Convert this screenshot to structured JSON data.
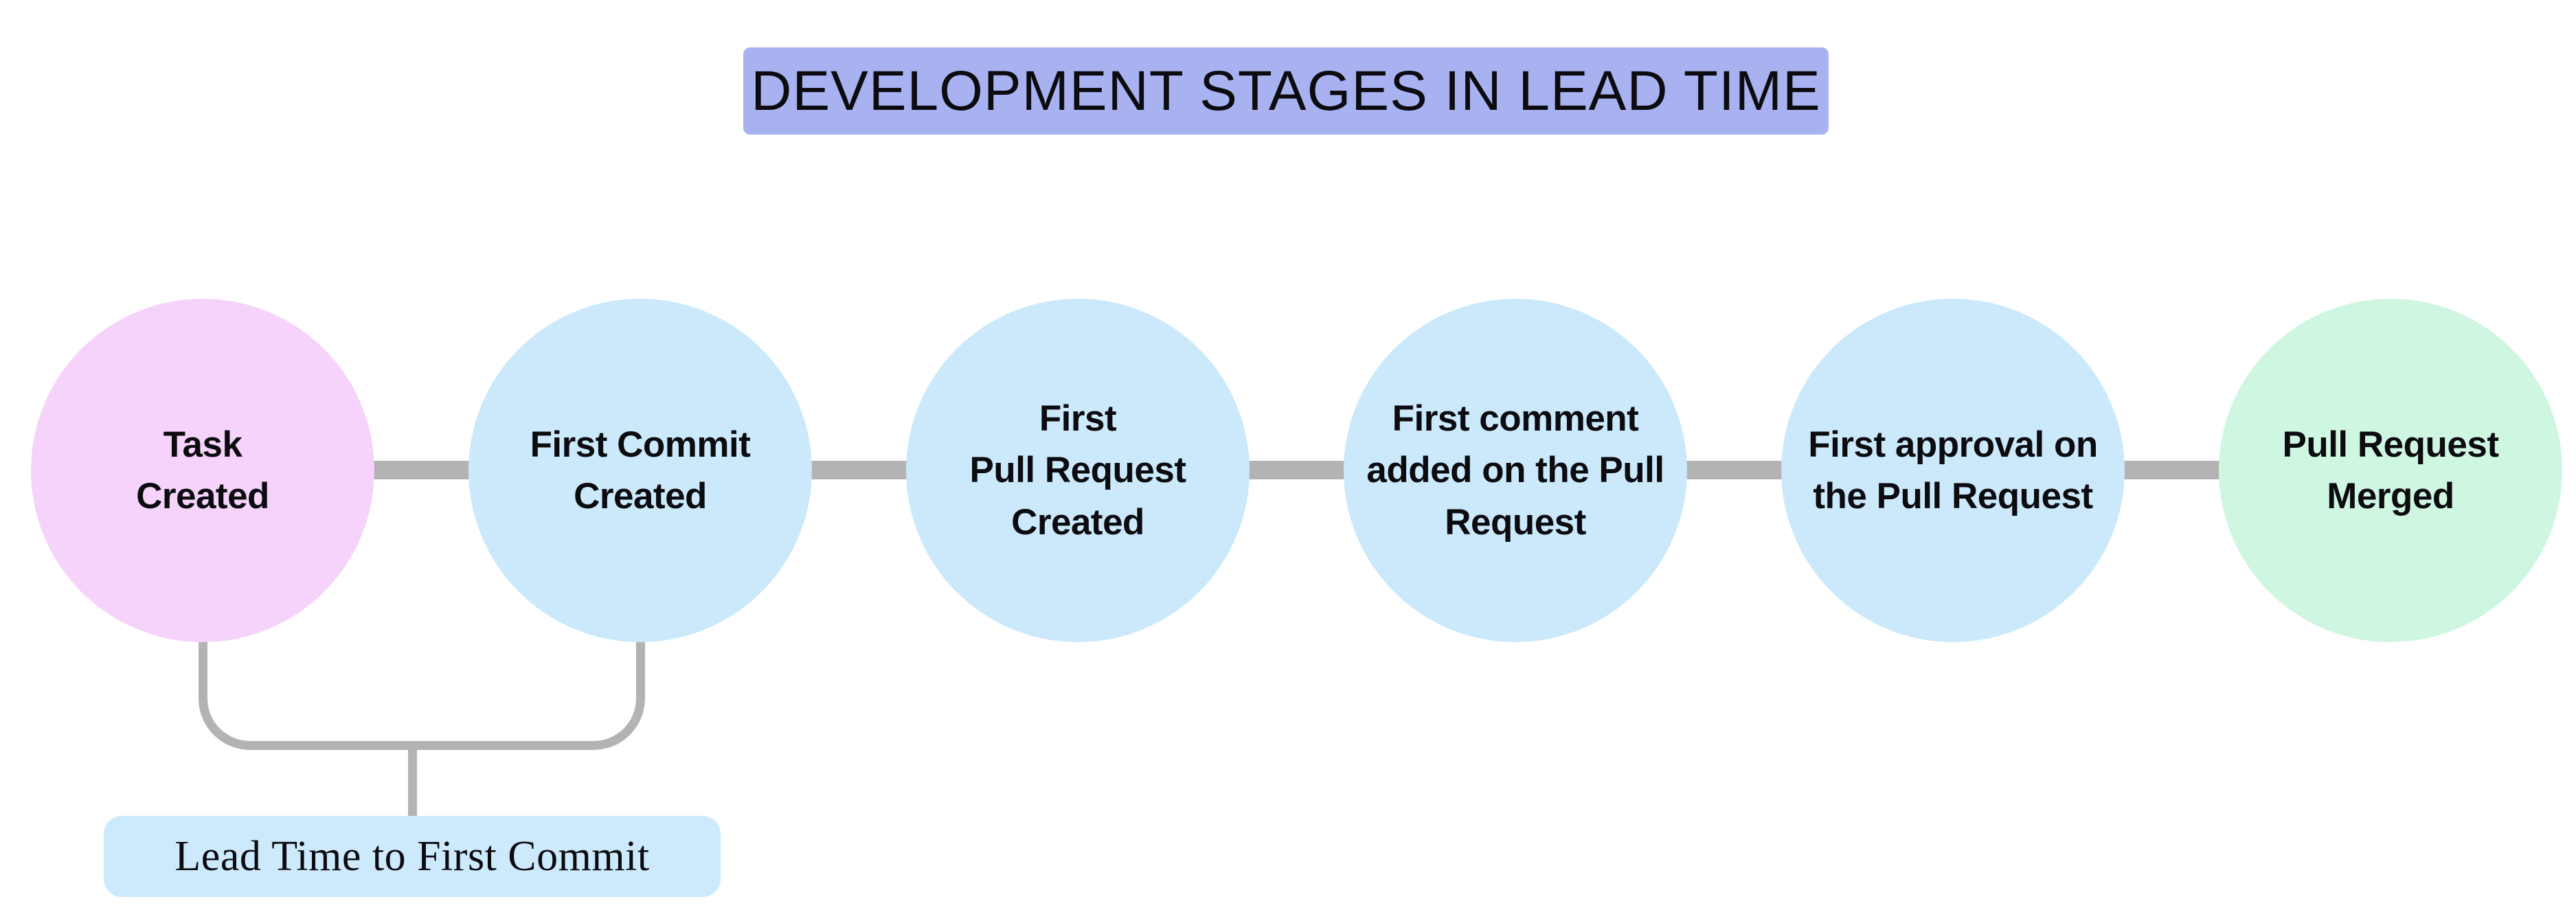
{
  "title": {
    "text": "DEVELOPMENT STAGES IN LEAD TIME",
    "bg": "#a9b2f1"
  },
  "stages": [
    {
      "id": "task-created",
      "label": "Task\nCreated",
      "color": "#f6d3fa"
    },
    {
      "id": "first-commit-created",
      "label": "First Commit\nCreated",
      "color": "#cbe9fa"
    },
    {
      "id": "first-pull-request-created",
      "label": "First\nPull Request\nCreated",
      "color": "#cbe9fa"
    },
    {
      "id": "first-comment-added",
      "label": "First comment\nadded on the Pull\nRequest",
      "color": "#cbe9fa"
    },
    {
      "id": "first-approval",
      "label": "First approval on\nthe Pull Request",
      "color": "#cbe9fa"
    },
    {
      "id": "pull-request-merged",
      "label": "Pull Request\nMerged",
      "color": "#cff6e0"
    }
  ],
  "connector_color": "#b3b3b3",
  "annotation": {
    "label": "Lead Time to First Commit",
    "bg": "#cdeafc",
    "bracket_color": "#b3b3b3"
  }
}
